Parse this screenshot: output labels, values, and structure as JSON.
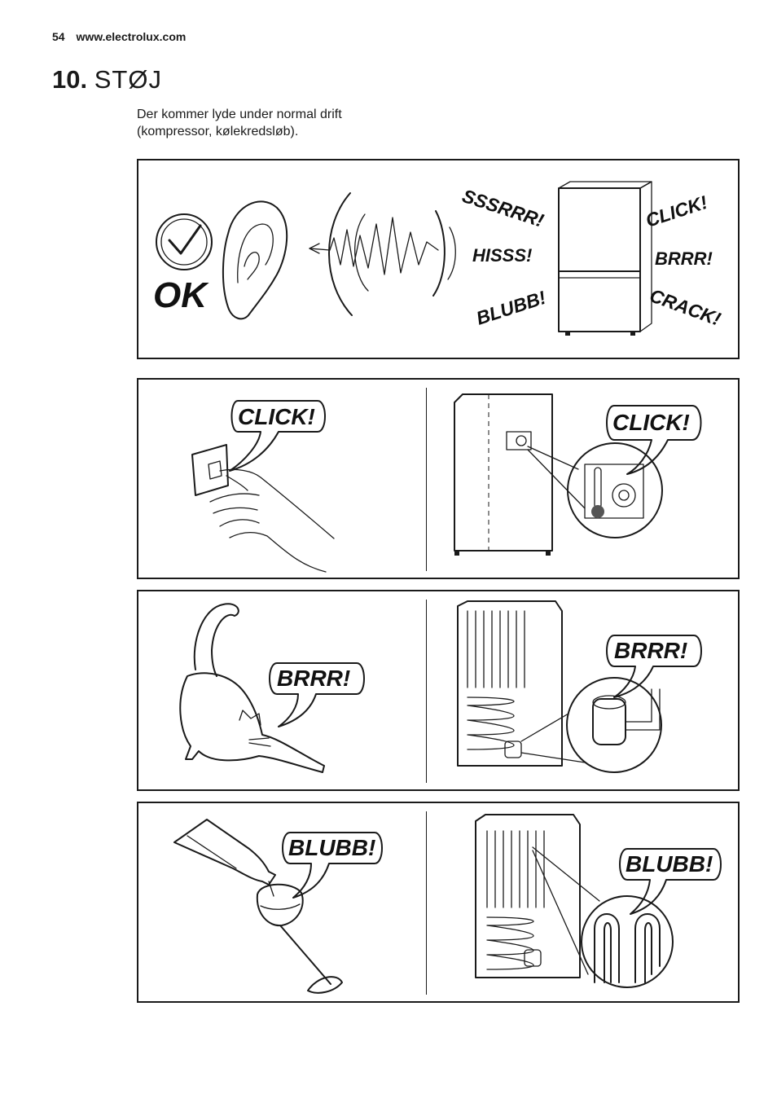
{
  "header": {
    "page_number": "54",
    "website": "www.electrolux.com"
  },
  "section": {
    "number": "10.",
    "title": "STØJ"
  },
  "intro": {
    "line1": "Der kommer lyde under normal drift",
    "line2": "(kompressor, kølekredsløb)."
  },
  "panel_ok": {
    "ok_label": "OK",
    "sounds": [
      "SSSRRR!",
      "HISSS!",
      "BLUBB!",
      "CLICK!",
      "BRRR!",
      "CRACK!"
    ]
  },
  "panel_click": {
    "left_sound": "CLICK!",
    "right_sound": "CLICK!"
  },
  "panel_brrr": {
    "left_sound": "BRRR!",
    "right_sound": "BRRR!"
  },
  "panel_blubb": {
    "left_sound": "BLUBB!",
    "right_sound": "BLUBB!"
  }
}
